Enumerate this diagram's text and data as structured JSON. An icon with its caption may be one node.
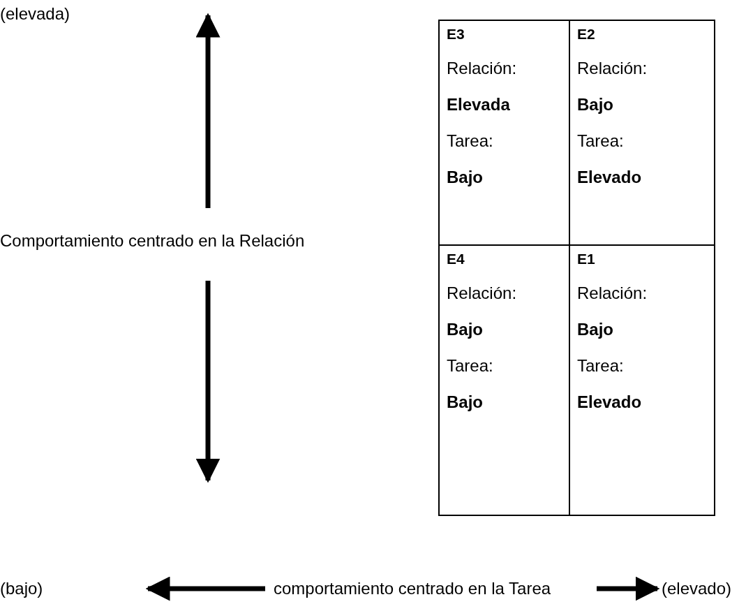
{
  "diagram": {
    "nodes": [
      {
        "text": [
          "E3",
          "Relación:",
          "Elevada",
          "Tarea:",
          "Bajo"
        ]
      },
      {
        "text": [
          "E2",
          "Relación:",
          "Bajo",
          "Tarea:",
          "Elevado"
        ]
      },
      {
        "text": [
          "E4",
          "Relación:",
          "Bajo",
          "Tarea:",
          "Bajo"
        ]
      },
      {
        "text": [
          "E1",
          "Relación:",
          "Bajo",
          "Tarea:",
          "Elevado"
        ]
      }
    ],
    "edges": [],
    "labels": [
      "(elevada)",
      "Comportamiento centrado en la Relación",
      "(bajo)",
      "comportamiento centrado en la Tarea",
      "(elevado)"
    ]
  }
}
